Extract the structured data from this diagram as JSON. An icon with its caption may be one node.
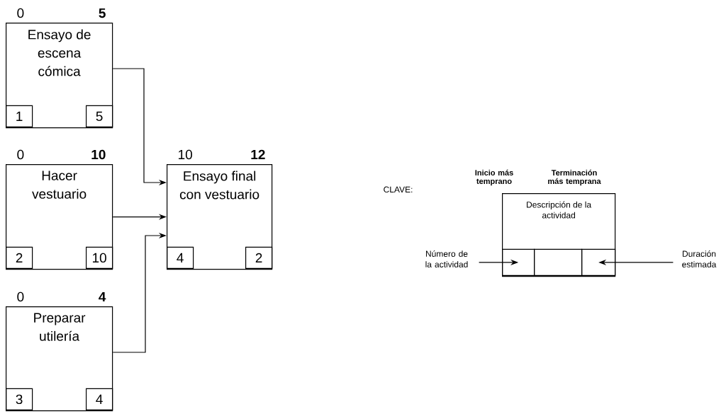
{
  "diagram": {
    "nodes": [
      {
        "text": [
          "Ensayo de escena cómica"
        ],
        "beside": [
          "0",
          "5"
        ]
      },
      {
        "text": [
          "1"
        ],
        "in": 0
      },
      {
        "text": [
          "5"
        ],
        "in": 0
      },
      {
        "text": [
          "Hacer vestuario"
        ],
        "beside": [
          "0",
          "10"
        ]
      },
      {
        "text": [
          "2"
        ],
        "in": 3
      },
      {
        "text": [
          "10"
        ],
        "in": 3
      },
      {
        "text": [
          "Preparar utilería"
        ],
        "beside": [
          "0",
          "4"
        ]
      },
      {
        "text": [
          "3"
        ],
        "in": 6
      },
      {
        "text": [
          "4"
        ],
        "in": 6
      },
      {
        "text": [
          "Ensayo final con vestuario"
        ],
        "beside": [
          "10",
          "12"
        ]
      },
      {
        "text": [
          "4"
        ],
        "in": 9
      },
      {
        "text": [
          "2"
        ],
        "in": 9
      },
      {
        "text": [
          "Descripción de la actividad"
        ],
        "beside": [
          "Inicio más temprano",
          "Terminación más temprana"
        ]
      },
      {
        "text": [],
        "shape": "box",
        "in": 12
      },
      {
        "text": [],
        "shape": "box",
        "in": 12
      },
      {
        "text": [],
        "shape": "box",
        "in": 12
      },
      {
        "text": [
          "Número de la actividad"
        ]
      },
      {
        "text": [
          "Duración estimada"
        ]
      }
    ],
    "edges": [
      {
        "from": 0,
        "to": 9,
        "arrow": "to"
      },
      {
        "from": 3,
        "to": 9,
        "arrow": "to"
      },
      {
        "from": 6,
        "to": 9,
        "arrow": "to"
      },
      {
        "from": 16,
        "to": 13,
        "arrow": "to"
      },
      {
        "from": 17,
        "to": 15,
        "arrow": "to"
      }
    ],
    "labels": [
      "CLAVE:"
    ]
  }
}
